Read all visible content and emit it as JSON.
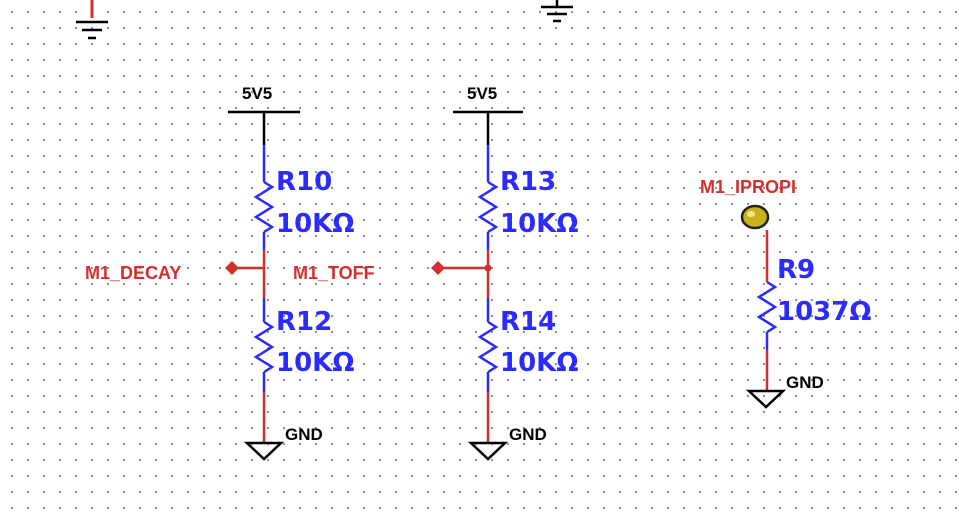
{
  "colors": {
    "wire": "#d32f2f",
    "component": "#2b2bff",
    "net_label": "#d32f2f",
    "power": "#000000",
    "probe_fill": "#c9b11a"
  },
  "power_labels": {
    "vcc_1": "5V5",
    "vcc_2": "5V5",
    "gnd_r12": "GND",
    "gnd_r14": "GND",
    "gnd_r9": "GND"
  },
  "components": {
    "r10": {
      "ref": "R10",
      "value": "10KΩ"
    },
    "r12": {
      "ref": "R12",
      "value": "10KΩ"
    },
    "r13": {
      "ref": "R13",
      "value": "10KΩ"
    },
    "r14": {
      "ref": "R14",
      "value": "10KΩ"
    },
    "r9": {
      "ref": "R9",
      "value": "1037Ω"
    }
  },
  "nets": {
    "decay": "M1_DECAY",
    "toff": "M1_TOFF",
    "ipropi": "M1_IPROPI"
  },
  "icons": [
    "ground-icon",
    "power-rail-icon",
    "resistor-icon",
    "probe-icon",
    "junction-dot-icon"
  ]
}
